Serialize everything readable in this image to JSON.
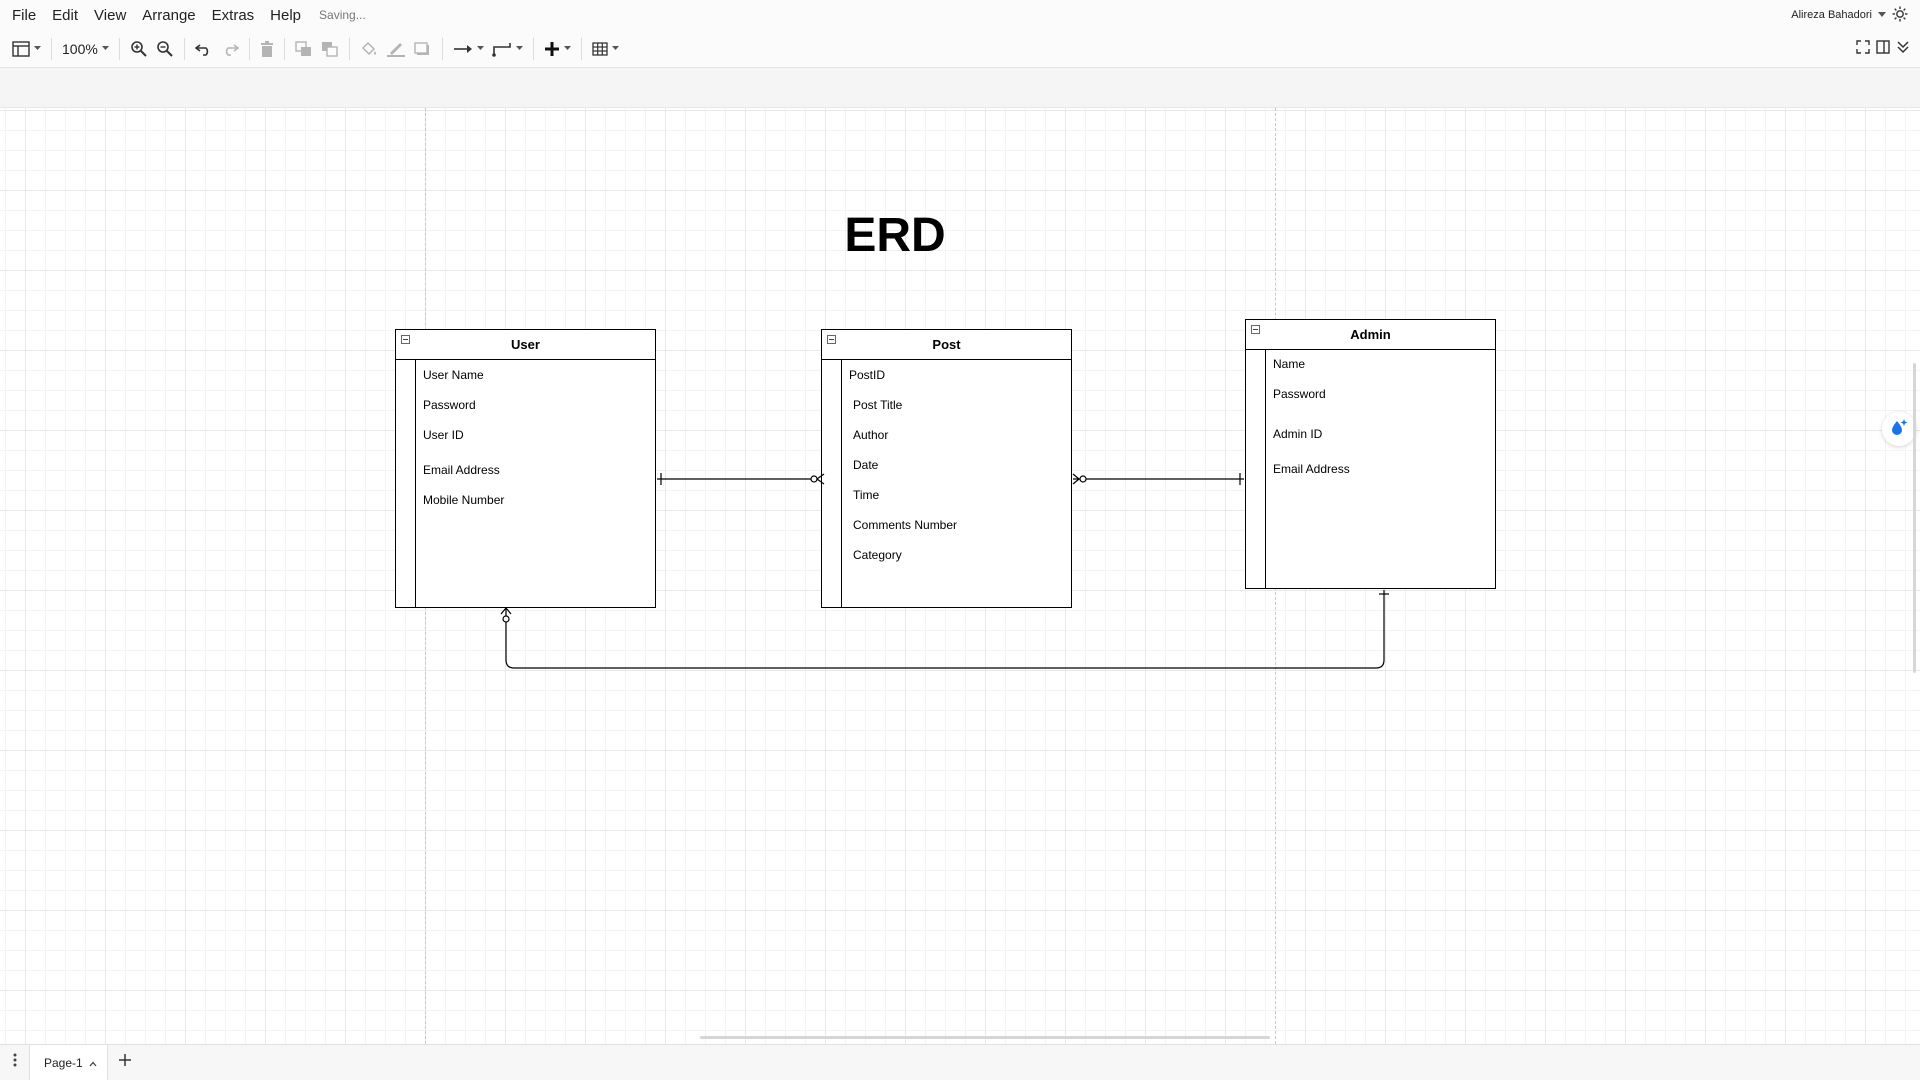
{
  "menubar": {
    "items": [
      "File",
      "Edit",
      "View",
      "Arrange",
      "Extras",
      "Help"
    ],
    "status": "Saving...",
    "user_name": "Alireza Bahadori"
  },
  "toolbar": {
    "zoom": "100%"
  },
  "diagram": {
    "title": "ERD",
    "tables": {
      "user": {
        "name": "User",
        "fields": [
          "User Name",
          "Password",
          "User ID",
          "Email Address",
          "Mobile Number"
        ]
      },
      "post": {
        "name": "Post",
        "fields": [
          "PostID",
          "Post Title",
          "Author",
          "Date",
          "Time",
          "Comments Number",
          "Category"
        ]
      },
      "admin": {
        "name": "Admin",
        "fields": [
          "Name",
          "Password",
          "Admin ID",
          "Email Address"
        ]
      }
    }
  },
  "footer": {
    "page_tab": "Page-1"
  },
  "colors": {
    "line": "#000000",
    "accent": "#1a73e8"
  },
  "icons": {
    "float_action": "water-drop-sparkle-icon",
    "theme": "sun-icon"
  }
}
